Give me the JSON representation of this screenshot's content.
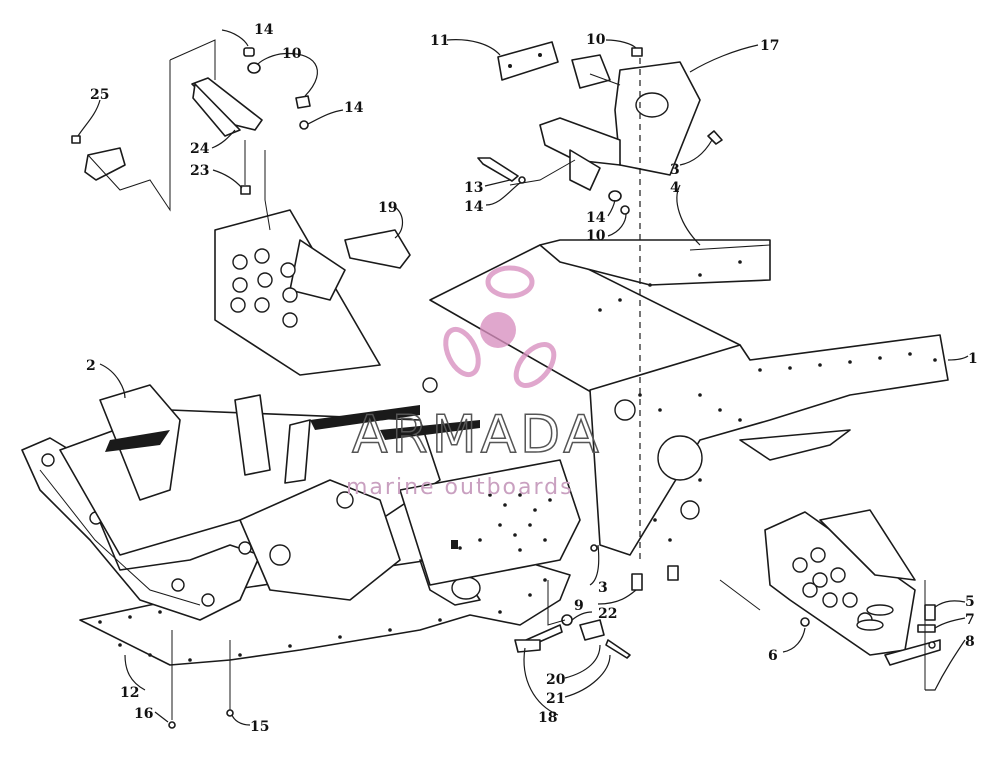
{
  "watermark": {
    "brand": "ARMADA",
    "tagline": "marine outboards",
    "color": "#d88fbf"
  },
  "callouts": [
    {
      "id": "c1",
      "label": "1"
    },
    {
      "id": "c2",
      "label": "2"
    },
    {
      "id": "c3a",
      "label": "3"
    },
    {
      "id": "c3b",
      "label": "3"
    },
    {
      "id": "c4",
      "label": "4"
    },
    {
      "id": "c5",
      "label": "5"
    },
    {
      "id": "c6",
      "label": "6"
    },
    {
      "id": "c7",
      "label": "7"
    },
    {
      "id": "c8",
      "label": "8"
    },
    {
      "id": "c9",
      "label": "9"
    },
    {
      "id": "c10a",
      "label": "10"
    },
    {
      "id": "c10b",
      "label": "10"
    },
    {
      "id": "c10c",
      "label": "10"
    },
    {
      "id": "c11",
      "label": "11"
    },
    {
      "id": "c12",
      "label": "12"
    },
    {
      "id": "c13",
      "label": "13"
    },
    {
      "id": "c14a",
      "label": "14"
    },
    {
      "id": "c14b",
      "label": "14"
    },
    {
      "id": "c14c",
      "label": "14"
    },
    {
      "id": "c14d",
      "label": "14"
    },
    {
      "id": "c15",
      "label": "15"
    },
    {
      "id": "c16",
      "label": "16"
    },
    {
      "id": "c17",
      "label": "17"
    },
    {
      "id": "c18",
      "label": "18"
    },
    {
      "id": "c19",
      "label": "19"
    },
    {
      "id": "c20",
      "label": "20"
    },
    {
      "id": "c21",
      "label": "21"
    },
    {
      "id": "c22",
      "label": "22"
    },
    {
      "id": "c23",
      "label": "23"
    },
    {
      "id": "c24",
      "label": "24"
    },
    {
      "id": "c25",
      "label": "25"
    }
  ]
}
